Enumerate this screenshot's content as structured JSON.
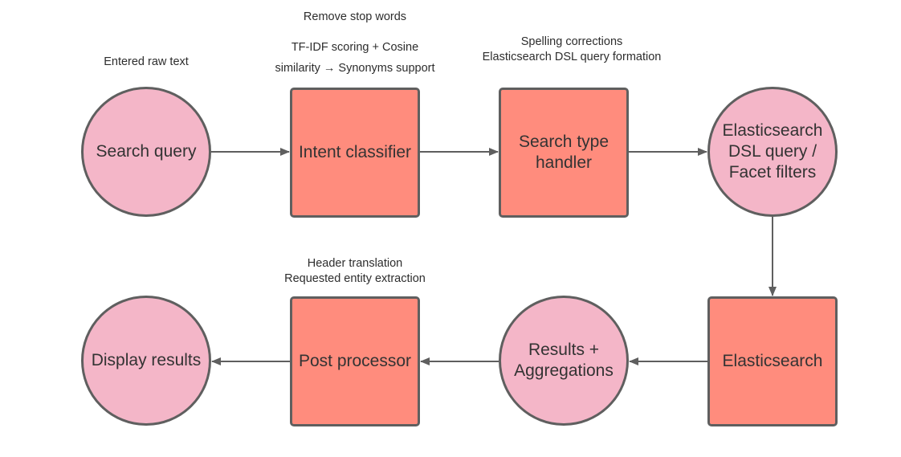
{
  "colors": {
    "circle_fill": "#f4b6c8",
    "rect_fill": "#ff8c7d",
    "stroke": "#5f5f5f",
    "text": "#333333"
  },
  "nodes": {
    "search_query": {
      "label": "Search query",
      "shape": "circle"
    },
    "intent_classifier": {
      "label": "Intent classifier",
      "shape": "rect"
    },
    "search_type_handler": {
      "label": "Search type handler",
      "shape": "rect"
    },
    "es_dsl_query": {
      "label": "Elasticsearch DSL query / Facet filters",
      "shape": "circle"
    },
    "elasticsearch": {
      "label": "Elasticsearch",
      "shape": "rect"
    },
    "results_aggregations": {
      "label": "Results + Aggregations",
      "shape": "circle"
    },
    "post_processor": {
      "label": "Post processor",
      "shape": "rect"
    },
    "display_results": {
      "label": "Display results",
      "shape": "circle"
    }
  },
  "annotations": {
    "entered_raw_text": "Entered raw text",
    "remove_stop_words": "Remove stop words",
    "tfidf_line1": "TF-IDF scoring + Cosine",
    "tfidf_line2": "similarity  → Synonyms support",
    "spelling_corrections": "Spelling corrections",
    "dsl_query_formation": "Elasticsearch DSL query formation",
    "header_translation": "Header translation",
    "entity_extraction": "Requested entity extraction"
  },
  "edges": [
    {
      "from": "search_query",
      "to": "intent_classifier"
    },
    {
      "from": "intent_classifier",
      "to": "search_type_handler"
    },
    {
      "from": "search_type_handler",
      "to": "es_dsl_query"
    },
    {
      "from": "es_dsl_query",
      "to": "elasticsearch"
    },
    {
      "from": "elasticsearch",
      "to": "results_aggregations"
    },
    {
      "from": "results_aggregations",
      "to": "post_processor"
    },
    {
      "from": "post_processor",
      "to": "display_results"
    }
  ]
}
